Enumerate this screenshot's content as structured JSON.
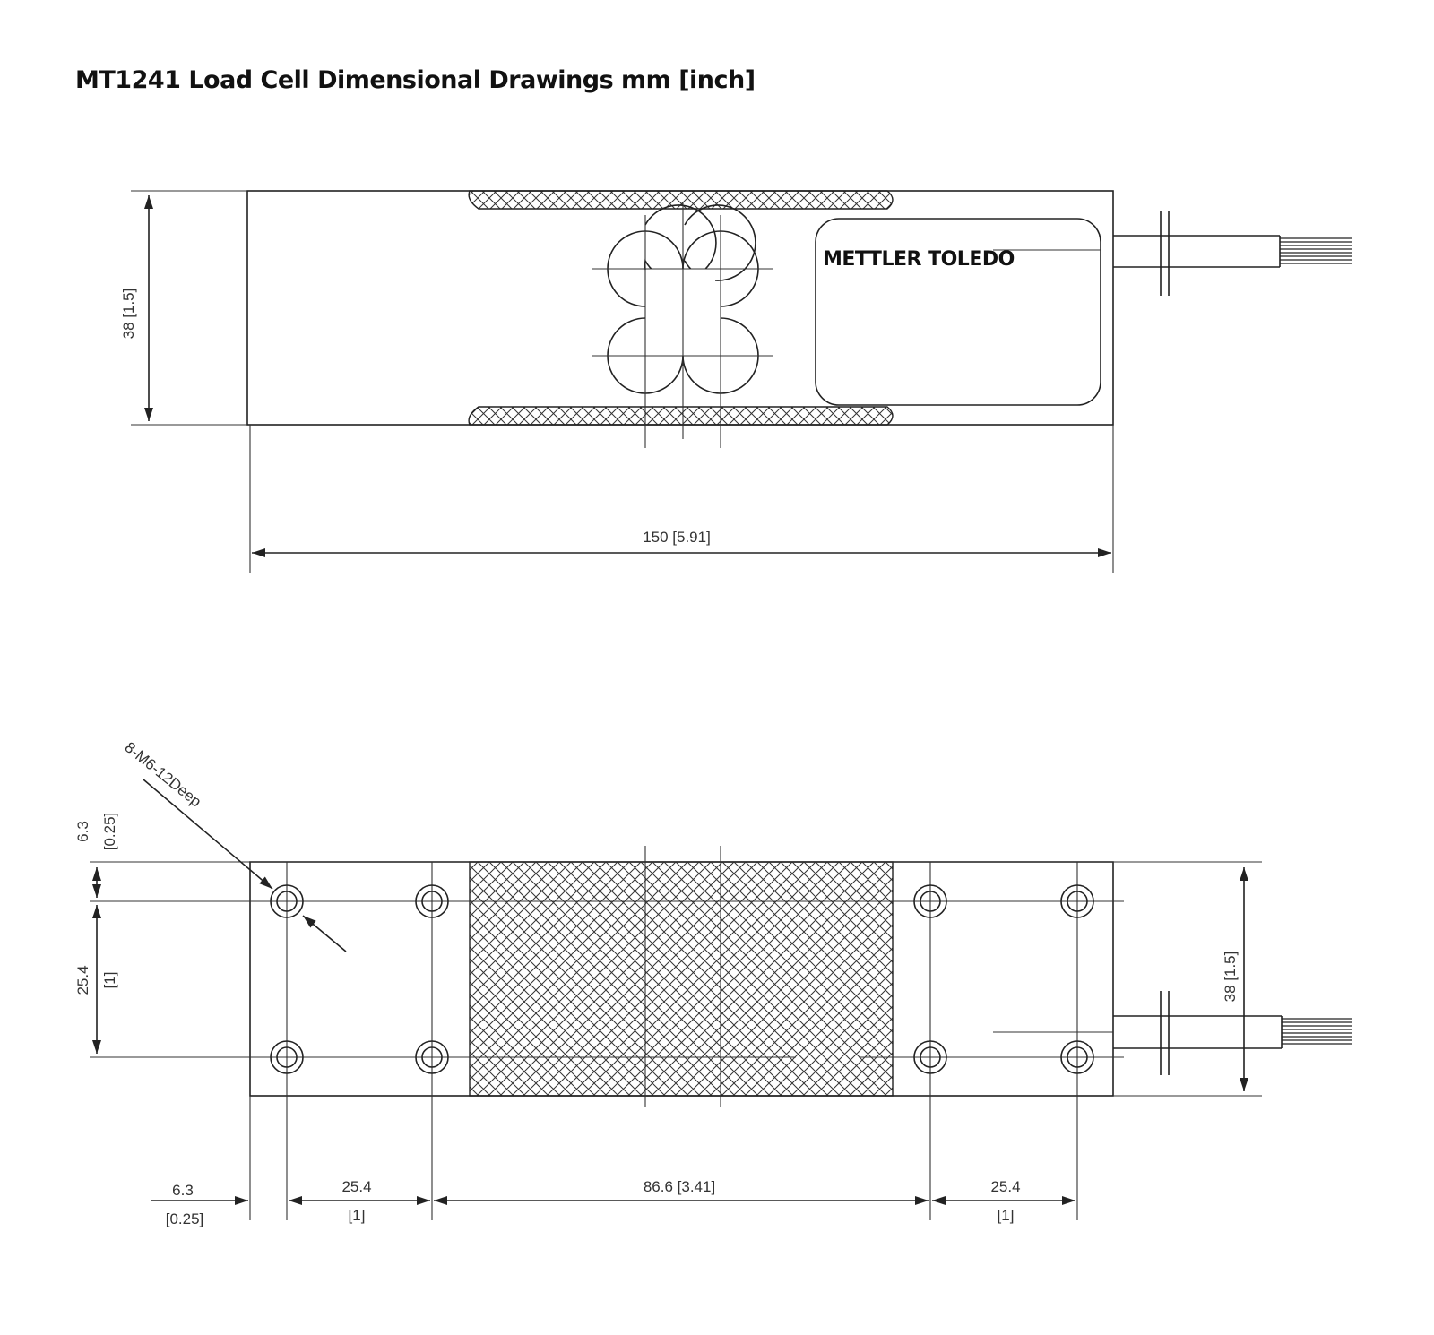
{
  "title": "MT1241 Load Cell Dimensional Drawings mm [inch]",
  "brand": "METTLER TOLEDO",
  "top_view": {
    "height_dim": "38 [1.5]",
    "length_dim": "150 [5.91]"
  },
  "bottom_view": {
    "hole_callout": "8-M6-12Deep",
    "edge_offset_v": "6.3",
    "edge_offset_v_in": "[0.25]",
    "hole_spacing_v": "25.4",
    "hole_spacing_v_in": "[1]",
    "height_dim": "38 [1.5]",
    "edge_offset_h": "6.3",
    "edge_offset_h_in": "[0.25]",
    "hole_spacing_h_left": "25.4",
    "hole_spacing_h_left_in": "[1]",
    "center_span": "86.6 [3.41]",
    "hole_spacing_h_right": "25.4",
    "hole_spacing_h_right_in": "[1]"
  }
}
